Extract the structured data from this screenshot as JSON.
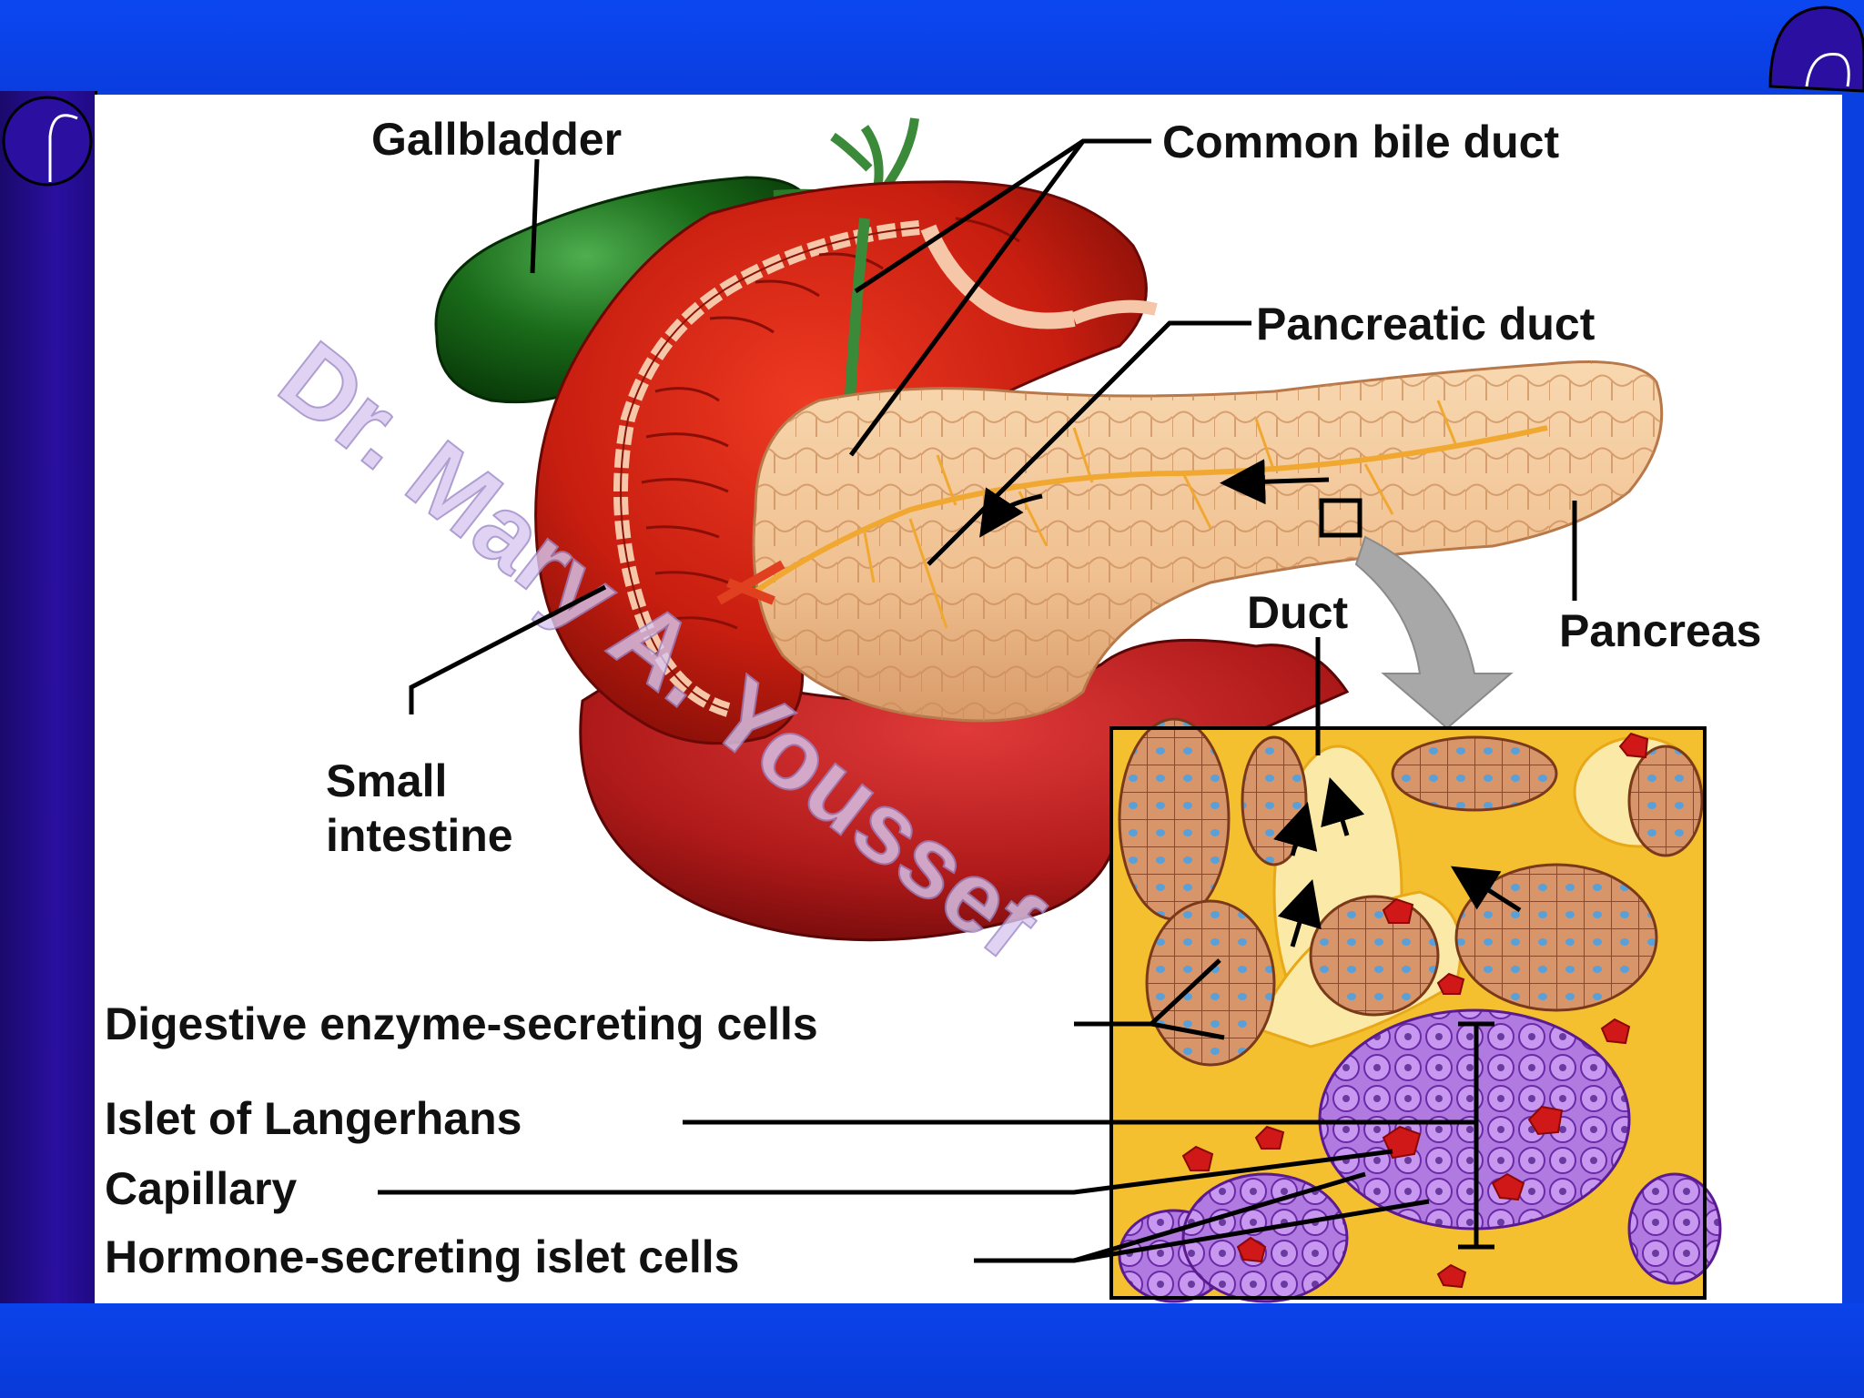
{
  "labels": {
    "gallbladder": "Gallbladder",
    "common_bile_duct": "Common bile duct",
    "pancreatic_duct": "Pancreatic duct",
    "duct": "Duct",
    "pancreas": "Pancreas",
    "small_intestine_1": "Small",
    "small_intestine_2": "intestine",
    "digestive_cells": "Digestive enzyme-secreting cells",
    "islet": "Islet of Langerhans",
    "capillary": "Capillary",
    "hormone_cells": "Hormone-secreting islet cells"
  },
  "watermark": "Dr. Mary A. Youssef",
  "colors": {
    "frame_blue": "#0a3fe0",
    "scroll_purple": "#2a0fa0",
    "gallbladder_green": "#1a6b1a",
    "intestine_red": "#c81e10",
    "pancreas_tan": "#f0c89a",
    "inset_yellow": "#f5c030",
    "islet_purple": "#9a5ad0"
  }
}
